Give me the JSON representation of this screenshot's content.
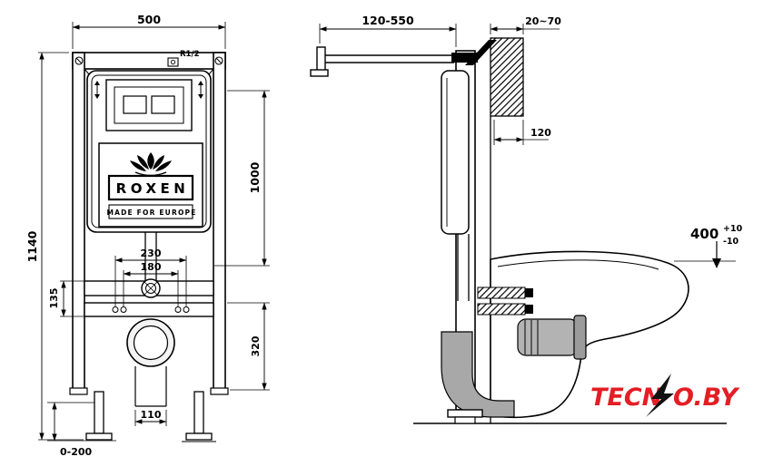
{
  "drawing": {
    "front": {
      "width": "500",
      "height": "1140",
      "plate_height": "1000",
      "bolt_spacing_outer": "230",
      "bolt_spacing_inner": "180",
      "rail_span": "135",
      "outlet_span": "320",
      "duct_width": "110",
      "foot_range": "0-200",
      "inlet_thread": "R1/2"
    },
    "side": {
      "flush_pipe_range": "120-550",
      "wall_clearance": "20~70",
      "frame_depth": "120",
      "bowl_height": "400",
      "bowl_tol_plus": "+10",
      "bowl_tol_minus": "-10"
    },
    "brand": {
      "name": "ROXEN",
      "tagline": "MADE FOR EUROPE"
    },
    "watermark": {
      "full": "TECNO.BY",
      "part1": "TECN",
      "part2": "O.BY"
    },
    "colors": {
      "line": "#000000",
      "pipe_gray": "#a8a8a8",
      "accent_red": "#e31e24",
      "background": "#ffffff"
    }
  }
}
